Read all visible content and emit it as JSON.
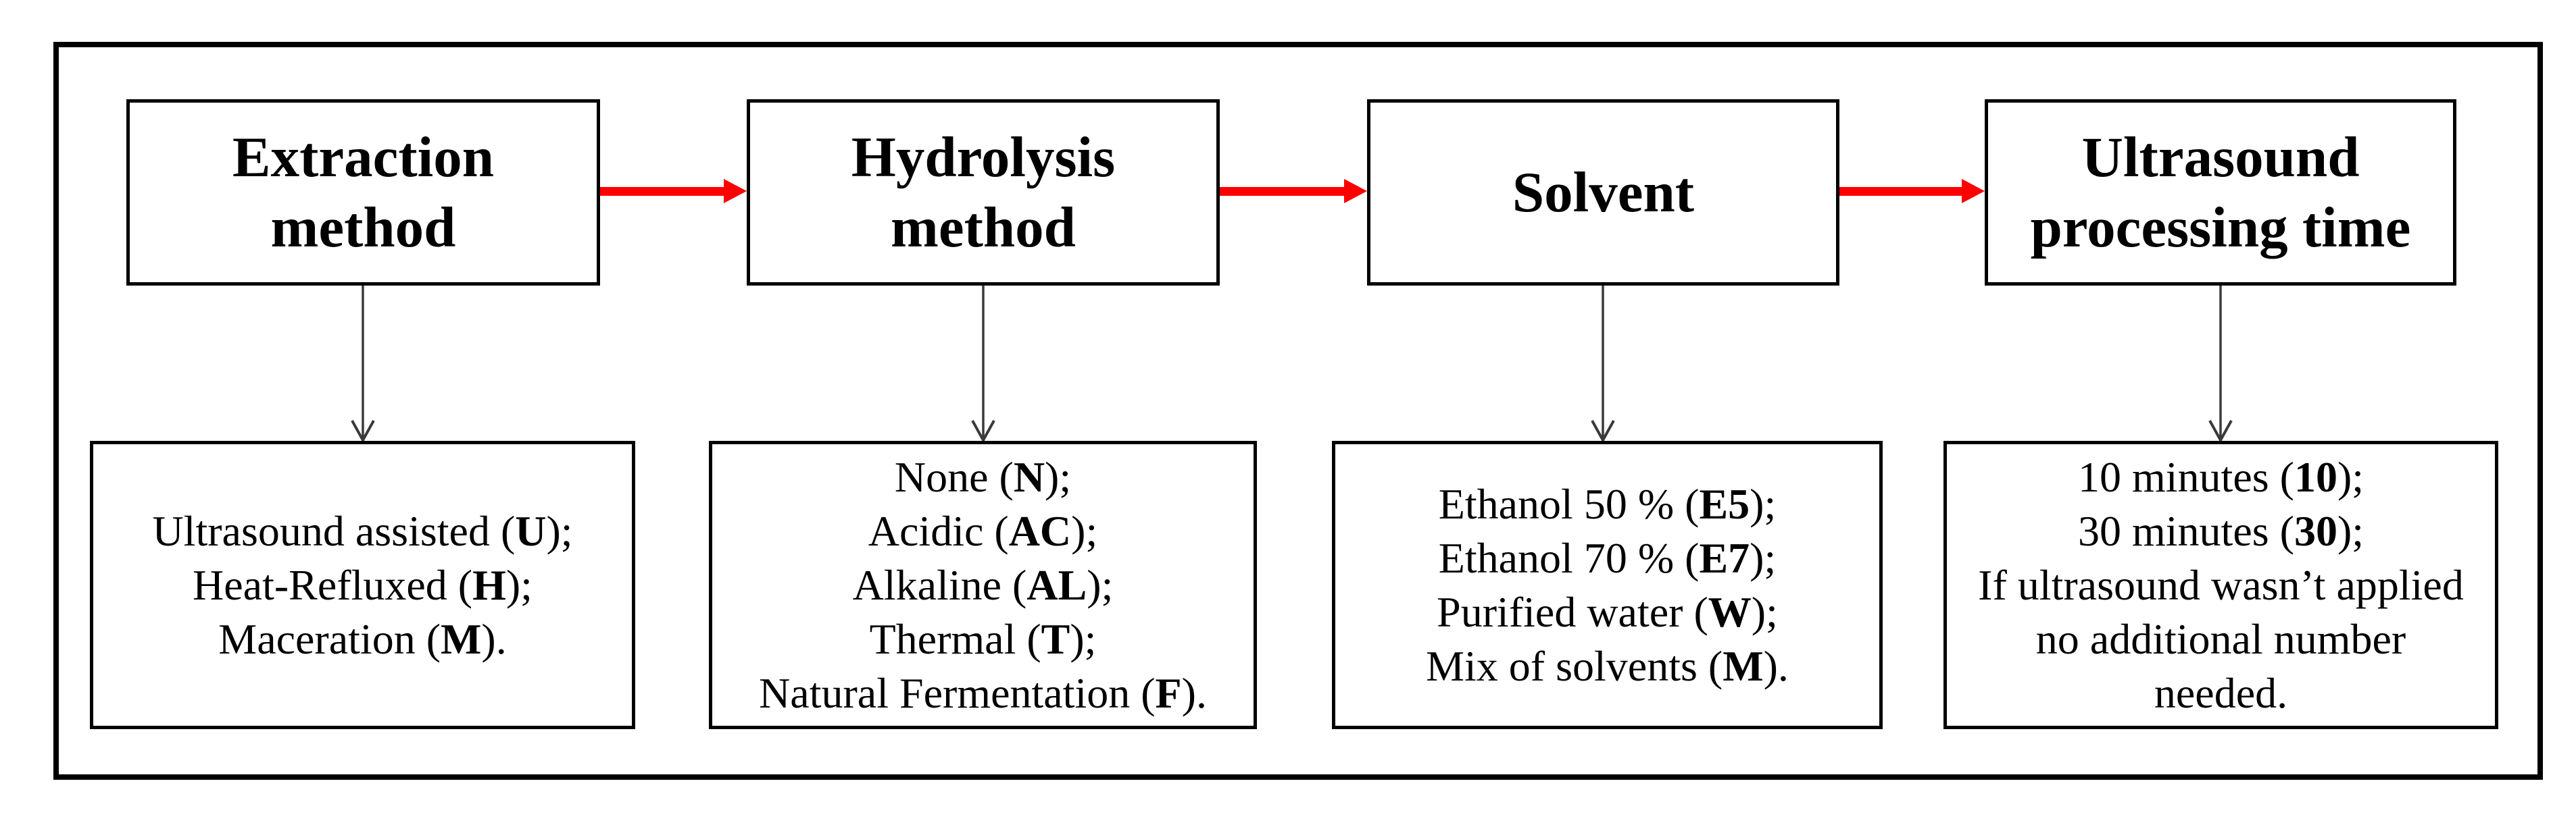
{
  "figure": {
    "type": "flowchart",
    "background": "#ffffff",
    "frame_border_color": "#000000",
    "flow_arrow_color": "#fe0000",
    "down_connector_color": "#3a3a3a",
    "flow_arrow_count": 3,
    "down_connector_count": 4,
    "columns": [
      {
        "id": "extraction-method",
        "header_lines": [
          "Extraction",
          "method"
        ],
        "options": [
          [
            {
              "text": "Ultrasound assisted (",
              "bold": false
            },
            {
              "text": "U",
              "bold": true
            },
            {
              "text": ");",
              "bold": false
            }
          ],
          [
            {
              "text": "Heat-Refluxed (",
              "bold": false
            },
            {
              "text": "H",
              "bold": true
            },
            {
              "text": ");",
              "bold": false
            }
          ],
          [
            {
              "text": "Maceration (",
              "bold": false
            },
            {
              "text": "M",
              "bold": true
            },
            {
              "text": ").",
              "bold": false
            }
          ]
        ]
      },
      {
        "id": "hydrolysis-method",
        "header_lines": [
          "Hydrolysis",
          "method"
        ],
        "options": [
          [
            {
              "text": "None (",
              "bold": false
            },
            {
              "text": "N",
              "bold": true
            },
            {
              "text": ");",
              "bold": false
            }
          ],
          [
            {
              "text": "Acidic (",
              "bold": false
            },
            {
              "text": "AC",
              "bold": true
            },
            {
              "text": ");",
              "bold": false
            }
          ],
          [
            {
              "text": "Alkaline (",
              "bold": false
            },
            {
              "text": "AL",
              "bold": true
            },
            {
              "text": ");",
              "bold": false
            }
          ],
          [
            {
              "text": "Thermal (",
              "bold": false
            },
            {
              "text": "T",
              "bold": true
            },
            {
              "text": ");",
              "bold": false
            }
          ],
          [
            {
              "text": "Natural Fermentation (",
              "bold": false
            },
            {
              "text": "F",
              "bold": true
            },
            {
              "text": ").",
              "bold": false
            }
          ]
        ]
      },
      {
        "id": "solvent",
        "header_lines": [
          "Solvent"
        ],
        "options": [
          [
            {
              "text": "Ethanol 50 % (",
              "bold": false
            },
            {
              "text": "E5",
              "bold": true
            },
            {
              "text": ");",
              "bold": false
            }
          ],
          [
            {
              "text": "Ethanol 70 % (",
              "bold": false
            },
            {
              "text": "E7",
              "bold": true
            },
            {
              "text": ");",
              "bold": false
            }
          ],
          [
            {
              "text": "Purified water (",
              "bold": false
            },
            {
              "text": "W",
              "bold": true
            },
            {
              "text": ");",
              "bold": false
            }
          ],
          [
            {
              "text": "Mix of solvents (",
              "bold": false
            },
            {
              "text": "M",
              "bold": true
            },
            {
              "text": ").",
              "bold": false
            }
          ]
        ]
      },
      {
        "id": "ultrasound-processing-time",
        "header_lines": [
          "Ultrasound",
          "processing time"
        ],
        "options": [
          [
            {
              "text": "10 minutes (",
              "bold": false
            },
            {
              "text": "10",
              "bold": true
            },
            {
              "text": ");",
              "bold": false
            }
          ],
          [
            {
              "text": "30 minutes (",
              "bold": false
            },
            {
              "text": "30",
              "bold": true
            },
            {
              "text": ");",
              "bold": false
            }
          ],
          [
            {
              "text": "If ultrasound wasn’t applied",
              "bold": false
            }
          ],
          [
            {
              "text": "no additional number",
              "bold": false
            }
          ],
          [
            {
              "text": "needed.",
              "bold": false
            }
          ]
        ]
      }
    ]
  }
}
